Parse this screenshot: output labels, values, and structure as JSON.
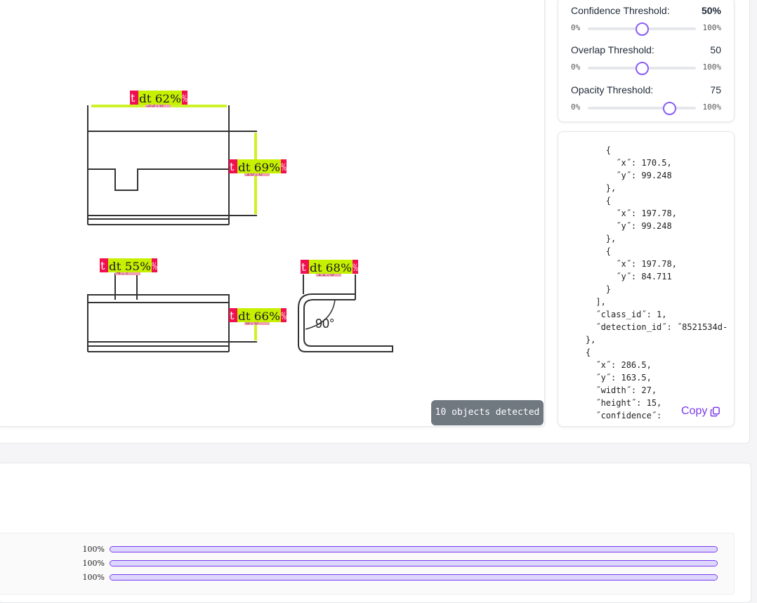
{
  "image_panel": {
    "detected_label": "10 objects detected",
    "angle_label": "90°",
    "detections": [
      {
        "class_letter": "t",
        "label": "dt 62%",
        "tail": "%",
        "hidden_value": "53.0"
      },
      {
        "class_letter": "t",
        "label": "dt 69%",
        "tail": "%",
        "hidden_value": "10.0"
      },
      {
        "class_letter": "t",
        "label": "dt 55%",
        "tail": "%",
        "hidden_value": "4.7"
      },
      {
        "class_letter": "t",
        "label": "dt 68%",
        "tail": "%",
        "hidden_value": "11.0"
      },
      {
        "class_letter": "t",
        "label": "dt 66%",
        "tail": "%",
        "hidden_value": "8.0"
      }
    ]
  },
  "thresholds": [
    {
      "label": "Confidence Threshold:",
      "value": "50%",
      "value_bold": true,
      "min": "0%",
      "max": "100%",
      "level": 50
    },
    {
      "label": "Overlap Threshold:",
      "value": "50",
      "value_bold": false,
      "min": "0%",
      "max": "100%",
      "level": 50
    },
    {
      "label": "Opacity Threshold:",
      "value": "75",
      "value_bold": false,
      "min": "0%",
      "max": "100%",
      "level": 75
    }
  ],
  "json_output": {
    "text": "        {\n          ˝x˝: 170.5,\n          ˝y˝: 99.248\n        },\n        {\n          ˝x˝: 197.78,\n          ˝y˝: 99.248\n        },\n        {\n          ˝x˝: 197.78,\n          ˝y˝: 84.711\n        }\n      ],\n      ˝class_id˝: 1,\n      ˝detection_id˝: ˝8521534d-\n    },\n    {\n      ˝x˝: 286.5,\n      ˝y˝: 163.5,\n      ˝width˝: 27,\n      ˝height˝: 15,\n      ˝confidence˝:"
  },
  "copy_label": "Copy",
  "bars": [
    {
      "label": "100%",
      "level": 100
    },
    {
      "label": "100%",
      "level": 100
    },
    {
      "label": "100%",
      "level": 100
    }
  ],
  "colors": {
    "box_outline": "#c6f000",
    "label_bg": "#c6f000",
    "class_bg": "#f01050",
    "accent": "#7c3aed"
  }
}
